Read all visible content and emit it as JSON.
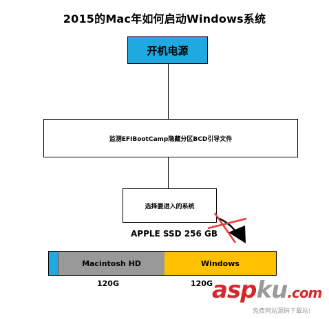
{
  "title": "2015的Mac年如何启动Windows系统",
  "steps": {
    "power_on": "开机电源",
    "efi_monitor": "监测EFIBootCamp隐藏分区BCD引导文件",
    "select_system": "选择要进入的系统"
  },
  "disk": {
    "name": "APPLE SSD 256 GB",
    "partitions": [
      {
        "label": "",
        "color": "#1fa9e1"
      },
      {
        "label": "Macintosh HD",
        "size": "120G",
        "color": "#999999"
      },
      {
        "label": "Windows",
        "size": "120G",
        "color": "#ffc000"
      }
    ]
  },
  "watermark": {
    "brand_a": "asp",
    "brand_b": "ku",
    "brand_c": ".com",
    "subtitle": "免费网站源码下载站!"
  }
}
